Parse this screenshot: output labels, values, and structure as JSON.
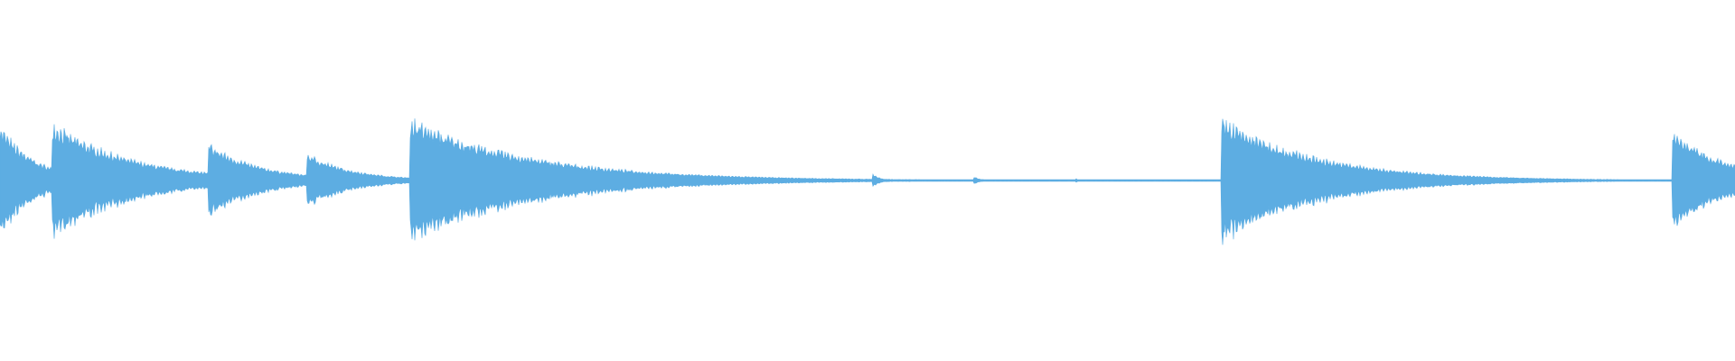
{
  "waveform": {
    "color": "#5dade2",
    "background": "#ffffff",
    "duration_fraction_events": [
      {
        "onset": 0.0,
        "peak": 0.55,
        "decay": 0.02
      },
      {
        "onset": 0.03,
        "peak": 0.58,
        "decay": 0.045
      },
      {
        "onset": 0.12,
        "peak": 0.37,
        "decay": 0.03
      },
      {
        "onset": 0.177,
        "peak": 0.27,
        "decay": 0.026
      },
      {
        "onset": 0.236,
        "peak": 0.62,
        "decay": 0.07
      },
      {
        "onset": 0.503,
        "peak": 0.07,
        "decay": 0.004
      },
      {
        "onset": 0.561,
        "peak": 0.04,
        "decay": 0.004
      },
      {
        "onset": 0.62,
        "peak": 0.02,
        "decay": 0.002
      },
      {
        "onset": 0.704,
        "peak": 0.62,
        "decay": 0.055
      },
      {
        "onset": 0.964,
        "peak": 0.5,
        "decay": 0.03
      }
    ]
  }
}
